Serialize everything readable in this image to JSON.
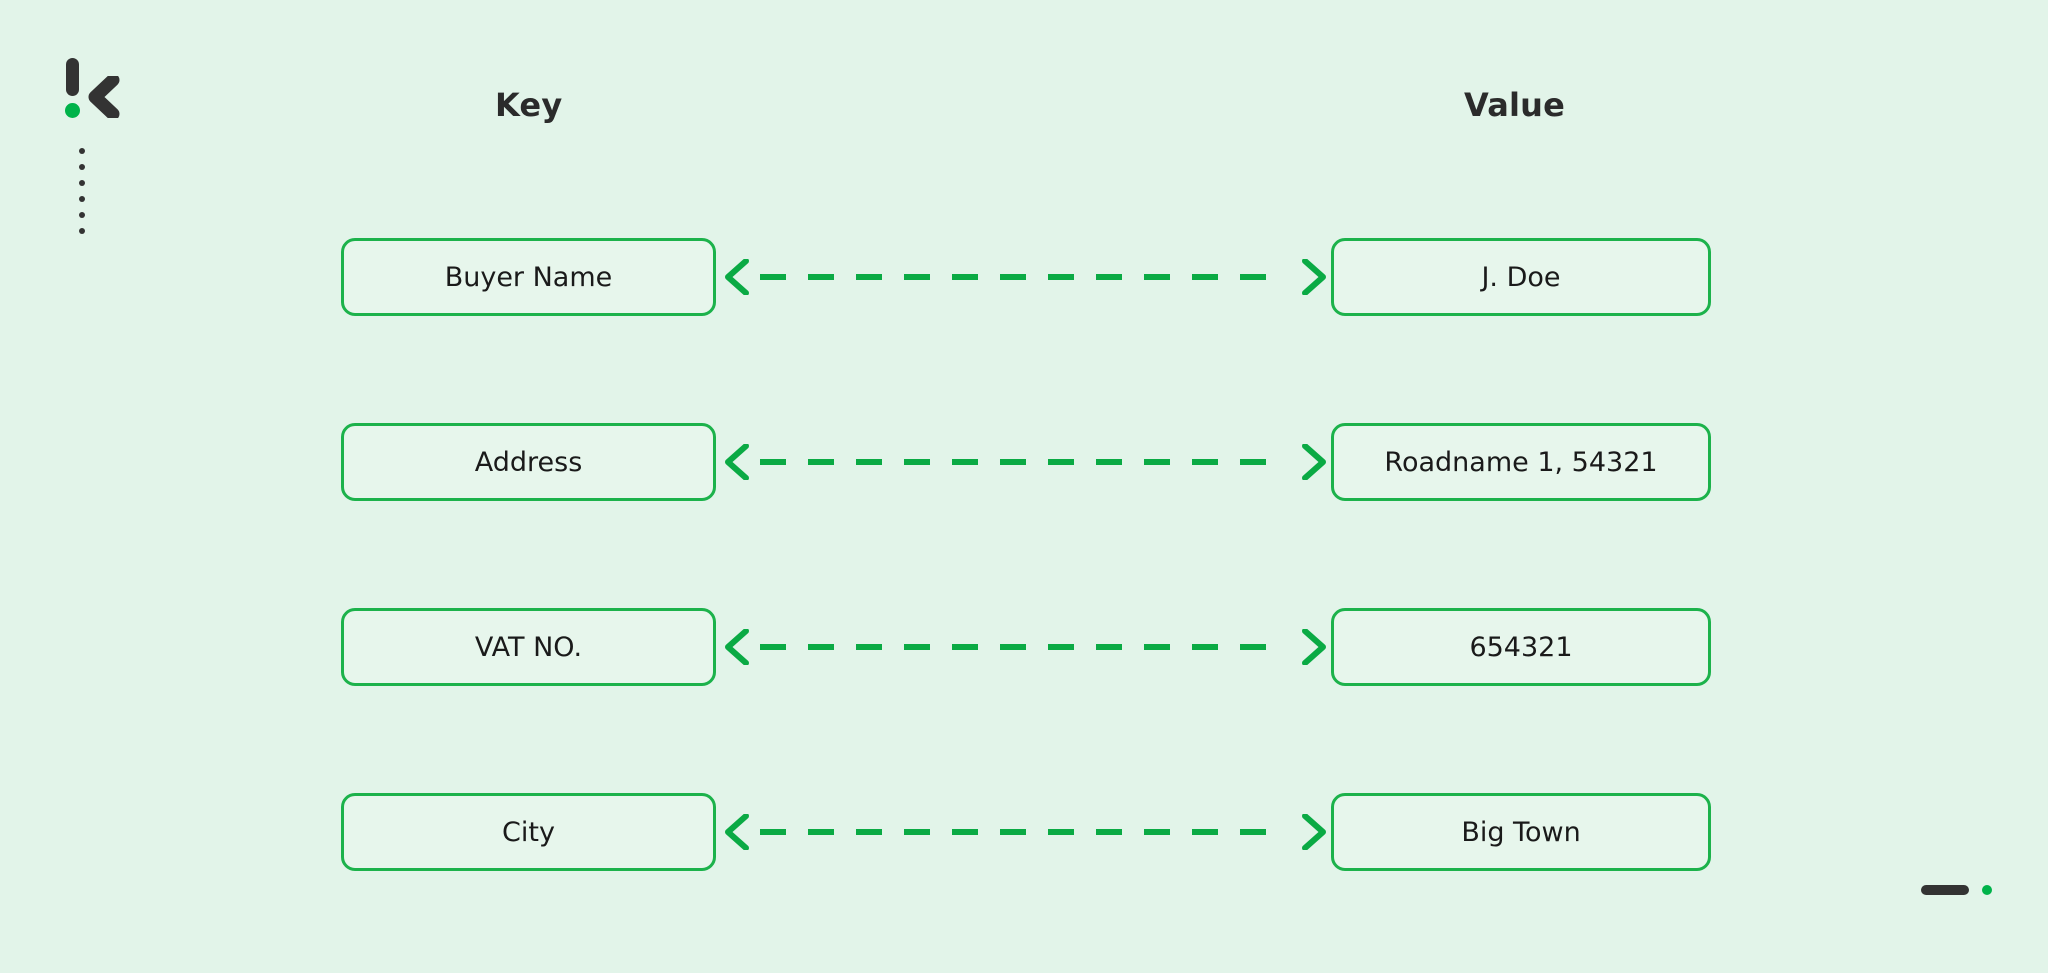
{
  "colors": {
    "background": "#e2f4e9",
    "accent_green": "#1cb24b",
    "arrow_green": "#0aaa44",
    "brand_dark": "#333333",
    "brand_green": "#00b34a",
    "node_fill": "#e7f6ec",
    "text_dark": "#1a1a1a"
  },
  "brand": {
    "logo_name": "klippa-k-logo",
    "corner_mark_name": "corner-accent-mark"
  },
  "headers": {
    "key": "Key",
    "value": "Value"
  },
  "rows": [
    {
      "key": "Buyer Name",
      "value": "J. Doe"
    },
    {
      "key": "Address",
      "value": "Roadname 1, 54321"
    },
    {
      "key": "VAT NO.",
      "value": "654321"
    },
    {
      "key": "City",
      "value": "Big Town"
    }
  ],
  "connector": {
    "style": "dashed",
    "direction": "bidirectional",
    "icon_left": "arrow-left-icon",
    "icon_right": "arrow-right-icon"
  },
  "rail": {
    "dot_count": 6
  }
}
